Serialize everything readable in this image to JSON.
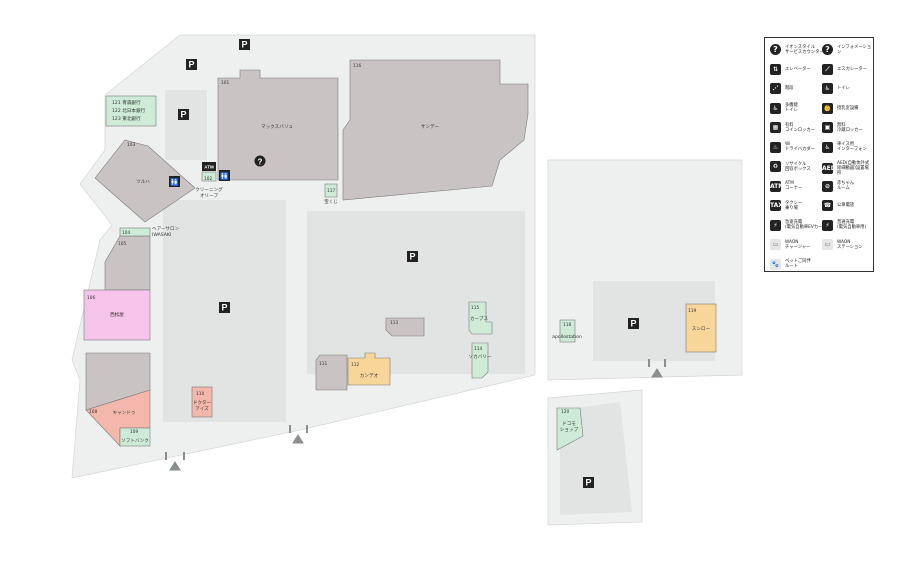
{
  "parking_symbol": "P",
  "info_symbol": "?",
  "atm_symbol": "ATM",
  "toilet_symbol": "🚻",
  "stores": [
    {
      "id": "101",
      "no": "101",
      "name": "マックスバリュ",
      "color": "gray"
    },
    {
      "id": "102",
      "no": "102",
      "name": "クリーニング\nオリーブ",
      "color": "green"
    },
    {
      "id": "103",
      "no": "103",
      "name": "ツルハ",
      "color": "gray"
    },
    {
      "id": "104",
      "no": "104",
      "name": "ヘアーサロン\nIWASAKI",
      "color": "green"
    },
    {
      "id": "105",
      "no": "105",
      "name": "",
      "color": "gray"
    },
    {
      "id": "106",
      "no": "106",
      "name": "西松屋",
      "color": "pink"
    },
    {
      "id": "108",
      "no": "108",
      "name": "キャンドゥ",
      "color": "salmon"
    },
    {
      "id": "109",
      "no": "109",
      "name": "ソフトバンク",
      "color": "green"
    },
    {
      "id": "110",
      "no": "110",
      "name": "ドクター\nアイズ",
      "color": "salmon"
    },
    {
      "id": "111",
      "no": "111",
      "name": "",
      "color": "gray"
    },
    {
      "id": "112",
      "no": "112",
      "name": "カンデオ",
      "color": "orange"
    },
    {
      "id": "113",
      "no": "113",
      "name": "",
      "color": "gray"
    },
    {
      "id": "114",
      "no": "114",
      "name": "ソカバリー",
      "color": "green"
    },
    {
      "id": "115",
      "no": "115",
      "name": "カーブス",
      "color": "green"
    },
    {
      "id": "116",
      "no": "116",
      "name": "サンデー",
      "color": "gray"
    },
    {
      "id": "117",
      "no": "117",
      "name": "宝くじ",
      "color": "green"
    },
    {
      "id": "118",
      "no": "118",
      "name": "apollostation",
      "color": "green"
    },
    {
      "id": "119",
      "no": "119",
      "name": "スシロー",
      "color": "orange"
    },
    {
      "id": "120",
      "no": "120",
      "name": "ドコモ\nショップ",
      "color": "green"
    }
  ],
  "banks": [
    {
      "no": "121",
      "name": "青森銀行"
    },
    {
      "no": "122",
      "name": "北日本銀行"
    },
    {
      "no": "123",
      "name": "東北銀行"
    }
  ],
  "legend": {
    "items": [
      {
        "icon": "?",
        "label": "イオンスタイル\nサービスカウンター",
        "style": "round"
      },
      {
        "icon": "?",
        "label": "インフォメーション",
        "style": "round"
      },
      {
        "icon": "⇅",
        "label": "エレベーター",
        "style": "box"
      },
      {
        "icon": "⟋",
        "label": "エスカレーター",
        "style": "box"
      },
      {
        "icon": "⋰",
        "label": "階段",
        "style": "box"
      },
      {
        "icon": "♿",
        "label": "トイレ",
        "style": "box"
      },
      {
        "icon": "♿",
        "label": "多機能\nトイレ",
        "style": "box"
      },
      {
        "icon": "👶",
        "label": "授乳室設備",
        "style": "box"
      },
      {
        "icon": "▦",
        "label": "有料\nコインロッカー",
        "style": "box"
      },
      {
        "icon": "▣",
        "label": "無料\n冷蔵ロッカー",
        "style": "box"
      },
      {
        "icon": "♨",
        "label": "Wi\nドライバカダー",
        "style": "box"
      },
      {
        "icon": "♿",
        "label": "車イス用\nインターフォン",
        "style": "box"
      },
      {
        "icon": "♻",
        "label": "リサイクル\n回収ボックス",
        "style": "box"
      },
      {
        "icon": "AED",
        "label": "AED(自動体外式\n除細動器)設置場所",
        "style": "box"
      },
      {
        "icon": "ATM",
        "label": "ATM\nコーナー",
        "style": "box"
      },
      {
        "icon": "⊘",
        "label": "赤ちゃん\nルーム",
        "style": "box"
      },
      {
        "icon": "TAXI",
        "label": "タクシー\n乗り場",
        "style": "box"
      },
      {
        "icon": "☎",
        "label": "公衆電話",
        "style": "box"
      },
      {
        "icon": "⚡",
        "label": "急速充電\n(電気自動車EVカー用)",
        "style": "box"
      },
      {
        "icon": "⚡",
        "label": "普通充電\n(電気自動車用)",
        "style": "box"
      },
      {
        "icon": "▭",
        "label": "WAON\nチャージャー",
        "style": "light"
      },
      {
        "icon": "▭",
        "label": "WAON\nステーション",
        "style": "light"
      },
      {
        "icon": "🐾",
        "label": "ペットご同伴\nルート",
        "style": "light"
      }
    ]
  },
  "colors": {
    "bg_area": "#eef0ef",
    "lot": "#e1e4e3",
    "store_gray": "#c9c3c3",
    "store_green": "#cdebd7",
    "store_pink": "#f6c3ea",
    "store_salmon": "#f4b7ab",
    "store_orange": "#f8d69a",
    "border": "#7a7a7a",
    "dark": "#222222"
  }
}
